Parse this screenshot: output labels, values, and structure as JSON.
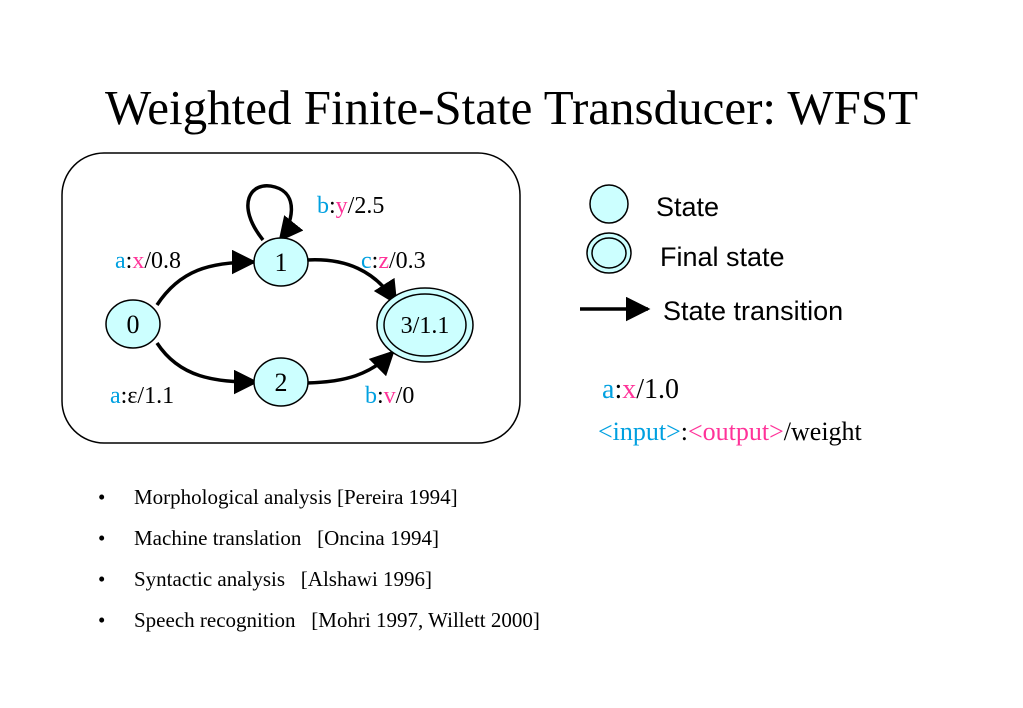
{
  "title": "Weighted Finite-State Transducer: WFST",
  "colors": {
    "state_fill": "#ccffff",
    "input": "#00a0e0",
    "output": "#ff3399"
  },
  "states": [
    {
      "id": "s0",
      "label": "0"
    },
    {
      "id": "s1",
      "label": "1"
    },
    {
      "id": "s2",
      "label": "2"
    },
    {
      "id": "s3",
      "label": "3/1.1"
    }
  ],
  "transitions": [
    {
      "id": "self-1",
      "input": "b",
      "output": "y",
      "weight": "/2.5"
    },
    {
      "id": "0-1",
      "input": "a",
      "output": "x",
      "weight": "/0.8"
    },
    {
      "id": "1-3",
      "input": "c",
      "output": "z",
      "weight": "/0.3"
    },
    {
      "id": "0-2",
      "input": "a",
      "output": "ε",
      "weight": "/1.1"
    },
    {
      "id": "2-3",
      "input": "b",
      "output": "v",
      "weight": "/0"
    }
  ],
  "legend": {
    "state": "State",
    "final_state": "Final state",
    "transition": "State transition",
    "example": {
      "input": "a",
      "output": "x",
      "weight": "/1.0"
    },
    "format": {
      "input": "<input>",
      "output": "<output>",
      "weight": "/weight"
    }
  },
  "bullets": [
    "Morphological analysis [Pereira 1994]",
    "Machine translation   [Oncina 1994]",
    "Syntactic analysis   [Alshawi 1996]",
    "Speech recognition   [Mohri 1997, Willett 2000]"
  ]
}
